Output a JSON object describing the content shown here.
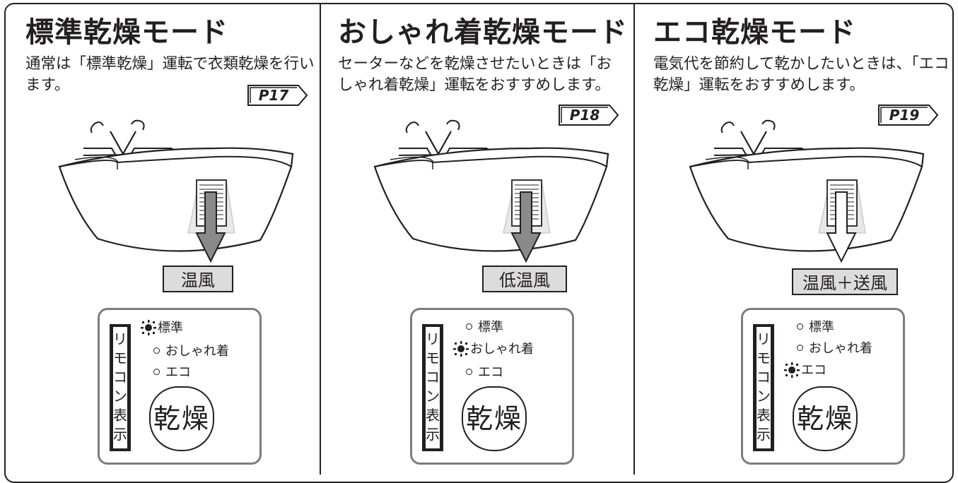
{
  "panels": [
    {
      "title": "標準乾燥モード",
      "desc": "通常は「標準乾燥」運転で衣類乾燥を行います。",
      "page_ref": "P17",
      "air_label": "温風",
      "arrow_fill": "#8a8a8a",
      "remote_label": [
        "リ",
        "モ",
        "コ",
        "ン",
        "表",
        "示"
      ],
      "modes": [
        {
          "label": "標準",
          "lit": true
        },
        {
          "label": "おしゃれ着",
          "lit": false
        },
        {
          "label": "エコ",
          "lit": false
        }
      ],
      "button": "乾燥"
    },
    {
      "title": "おしゃれ着乾燥モード",
      "desc": "セーターなどを乾燥させたいときは「おしゃれ着乾燥」運転をおすすめします。",
      "page_ref": "P18",
      "air_label": "低温風",
      "arrow_fill": "#8a8a8a",
      "remote_label": [
        "リ",
        "モ",
        "コ",
        "ン",
        "表",
        "示"
      ],
      "modes": [
        {
          "label": "標準",
          "lit": false
        },
        {
          "label": "おしゃれ着",
          "lit": true
        },
        {
          "label": "エコ",
          "lit": false
        }
      ],
      "button": "乾燥"
    },
    {
      "title": "エコ乾燥モード",
      "desc": "電気代を節約して乾かしたいときは、「エコ乾燥」運転をおすすめします。",
      "page_ref": "P19",
      "air_label": "温風＋送風",
      "arrow_fill": "#ffffff",
      "remote_label": [
        "リ",
        "モ",
        "コ",
        "ン",
        "表",
        "示"
      ],
      "modes": [
        {
          "label": "標準",
          "lit": false
        },
        {
          "label": "おしゃれ着",
          "lit": false
        },
        {
          "label": "エコ",
          "lit": true
        }
      ],
      "button": "乾燥"
    }
  ],
  "colors": {
    "ink": "#231f20",
    "label_bg": "#dcdcdc",
    "remote_border": "#7d7d7d"
  }
}
